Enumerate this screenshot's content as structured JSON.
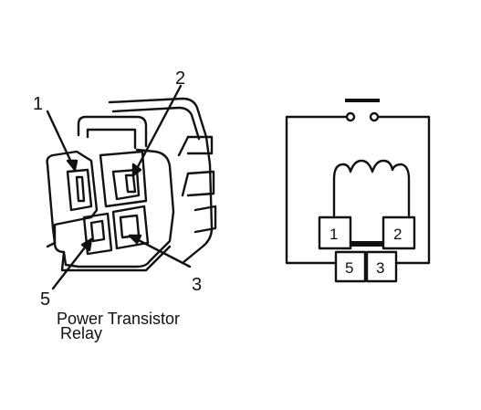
{
  "relay": {
    "callouts": [
      "1",
      "2",
      "3",
      "5"
    ]
  },
  "schematic": {
    "terminals": [
      "1",
      "2",
      "5",
      "3"
    ]
  },
  "caption": {
    "line1": "Power Transistor",
    "line2": "Relay"
  },
  "colors": {
    "ink": "#111111",
    "paper": "#ffffff"
  }
}
